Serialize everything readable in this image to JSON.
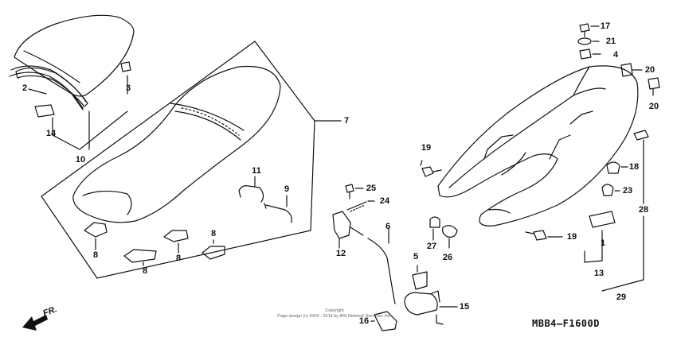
{
  "diagram_code": "MBB4—F1600D",
  "copyright": {
    "line1": "Copyright",
    "line2": "Page design (c) 2004 - 2014 by ARI Network Services, Inc."
  },
  "direction_label": "FR.",
  "callouts": [
    {
      "id": "l17",
      "text": "17"
    },
    {
      "id": "l21",
      "text": "21"
    },
    {
      "id": "l4",
      "text": "4"
    },
    {
      "id": "l20a",
      "text": "20"
    },
    {
      "id": "l20b",
      "text": "20"
    },
    {
      "id": "l2",
      "text": "2"
    },
    {
      "id": "l3",
      "text": "3"
    },
    {
      "id": "l14",
      "text": "14"
    },
    {
      "id": "l10",
      "text": "10"
    },
    {
      "id": "l7",
      "text": "7"
    },
    {
      "id": "l11",
      "text": "11"
    },
    {
      "id": "l9",
      "text": "9"
    },
    {
      "id": "l8a",
      "text": "8"
    },
    {
      "id": "l8b",
      "text": "8"
    },
    {
      "id": "l8c",
      "text": "8"
    },
    {
      "id": "l8d",
      "text": "8"
    },
    {
      "id": "l25",
      "text": "25"
    },
    {
      "id": "l24",
      "text": "24"
    },
    {
      "id": "l12",
      "text": "12"
    },
    {
      "id": "l6",
      "text": "6"
    },
    {
      "id": "l5",
      "text": "5"
    },
    {
      "id": "l15",
      "text": "15"
    },
    {
      "id": "l16",
      "text": "16"
    },
    {
      "id": "l19a",
      "text": "19"
    },
    {
      "id": "l19b",
      "text": "19"
    },
    {
      "id": "l27",
      "text": "27"
    },
    {
      "id": "l26",
      "text": "26"
    },
    {
      "id": "l18",
      "text": "18"
    },
    {
      "id": "l23",
      "text": "23"
    },
    {
      "id": "l28",
      "text": "28"
    },
    {
      "id": "l1",
      "text": "1"
    },
    {
      "id": "l13",
      "text": "13"
    },
    {
      "id": "l29",
      "text": "29"
    }
  ]
}
